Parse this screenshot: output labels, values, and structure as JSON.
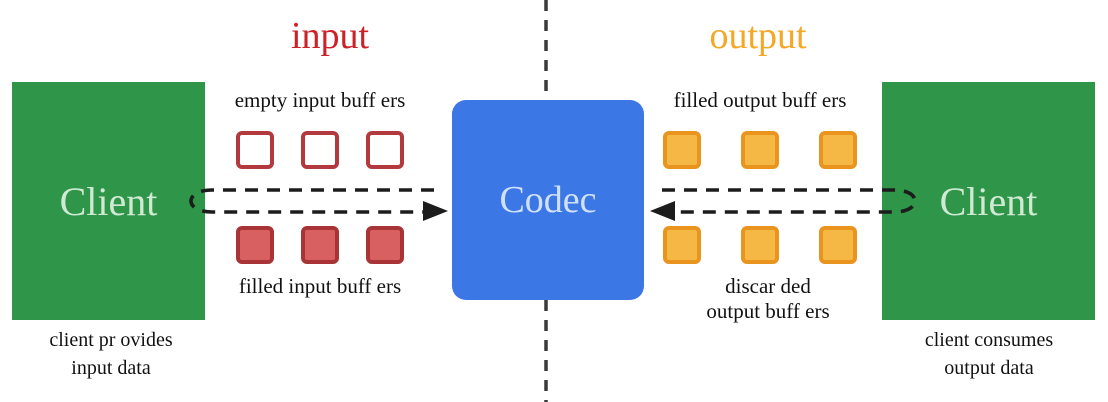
{
  "titles": {
    "input_label": "input",
    "output_label": "output"
  },
  "nodes": {
    "codec_label": "Codec",
    "left_client_label": "Client",
    "right_client_label": "Client"
  },
  "buffer_labels": {
    "empty_input": "empty input buff ers",
    "filled_input": "filled input buff ers",
    "filled_output": "filled output buff ers",
    "discarded_line1": "discar ded",
    "discarded_line2": "output buff ers"
  },
  "captions": {
    "left_line1": "client pr ovides",
    "left_line2": "input data",
    "right_line1": "client consumes",
    "right_line2": "output data"
  },
  "colors": {
    "client_green": "#2e9549",
    "codec_blue": "#3c77e6",
    "input_title_red": "#cc2127",
    "output_title_orange": "#f5a728",
    "empty_buffer_border": "#b23a3e",
    "filled_input_fill": "#d96060",
    "output_buffer_fill": "#f5b845",
    "output_buffer_border": "#e8941f",
    "arrow_black": "#1c1c1c"
  }
}
